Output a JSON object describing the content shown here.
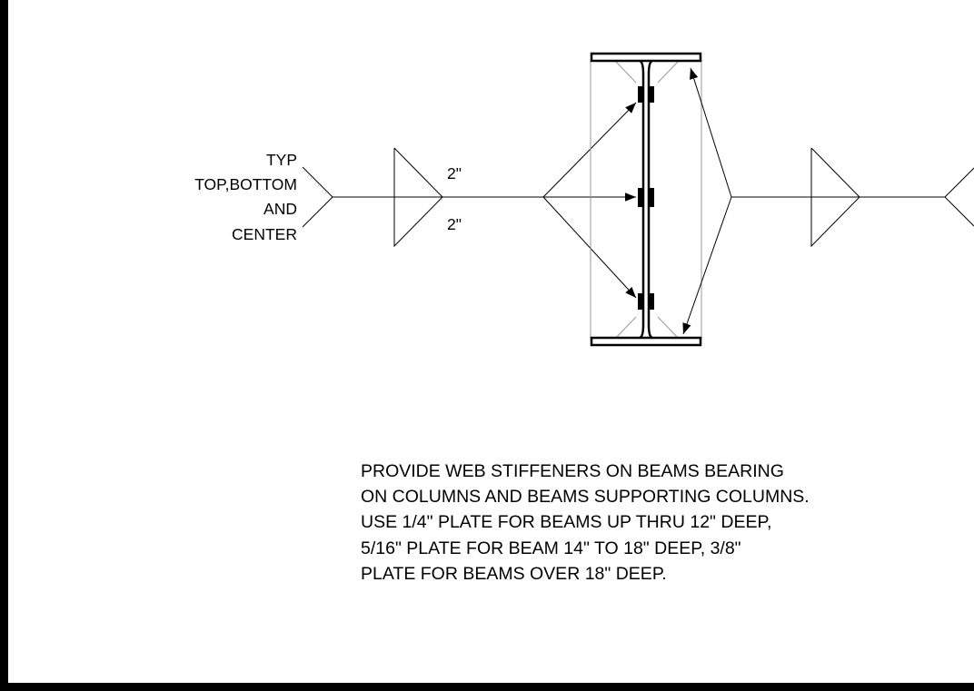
{
  "callout_left": {
    "lines": [
      "TYP",
      "TOP,BOTTOM",
      "AND",
      "CENTER"
    ]
  },
  "weld_symbol": {
    "size_upper": "2\"",
    "size_lower": "2\""
  },
  "note": {
    "lines": [
      "PROVIDE WEB STIFFENERS ON BEAMS BEARING",
      "ON COLUMNS AND BEAMS SUPPORTING COLUMNS.",
      "USE 1/4\" PLATE FOR BEAMS UP THRU 12\" DEEP,",
      "5/16\" PLATE FOR BEAM 14\" TO 18\" DEEP, 3/8\"",
      "PLATE FOR BEAMS OVER 18\" DEEP."
    ]
  },
  "colors": {
    "ink": "#000000",
    "hidden_line": "#9a9a9a",
    "background": "#ffffff"
  }
}
